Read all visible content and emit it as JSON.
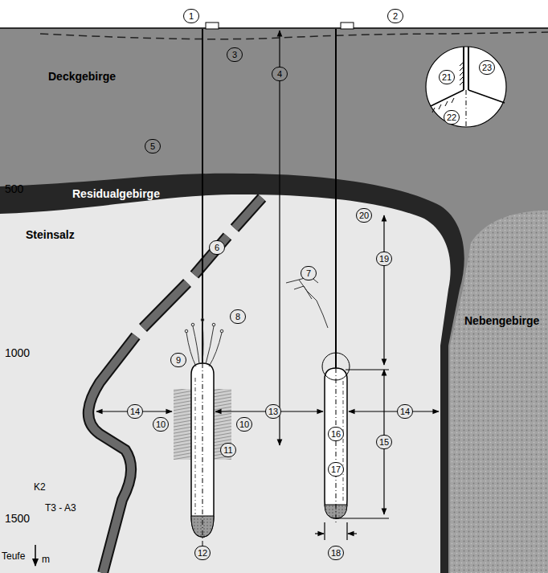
{
  "diagram": {
    "labels": [
      "1",
      "2",
      "3",
      "4",
      "Deckgebirge",
      "5",
      "500",
      "Residualgebirge",
      "Steinsalz",
      "20",
      "6",
      "19",
      "7",
      "1000",
      "8",
      "9",
      "14",
      "10",
      "10",
      "13",
      "14",
      "16",
      "15",
      "11",
      "17",
      "Nebengebirge",
      "1500",
      "K2",
      "T3 - A3",
      "12",
      "18",
      "Teufe",
      "m",
      "21",
      "22",
      "23"
    ]
  }
}
